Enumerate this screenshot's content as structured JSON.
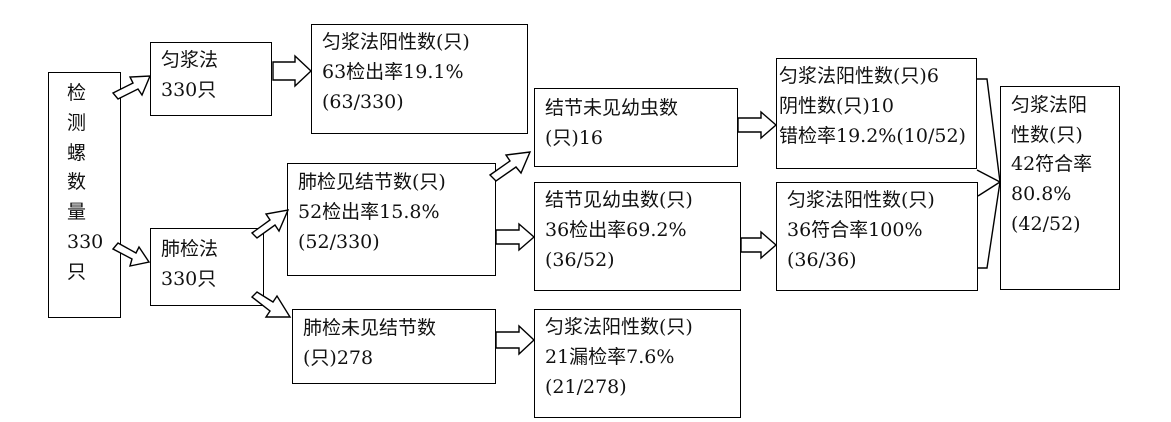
{
  "nodes": {
    "start": {
      "lines": [
        "检",
        "测",
        "螺",
        "数",
        "量",
        "330",
        "只"
      ]
    },
    "homog": {
      "lines": [
        "匀浆法",
        "330只"
      ]
    },
    "homog_pos": {
      "lines": [
        "匀浆法阳性数(只)",
        "63检出率19.1%",
        "(63/330)"
      ]
    },
    "lung": {
      "lines": [
        "肺检法",
        "330只"
      ]
    },
    "nodule": {
      "lines": [
        "肺检见结节数(只)",
        "52检出率15.8%",
        "(52/330)"
      ]
    },
    "no_nodule": {
      "lines": [
        "肺检未见结节数",
        "(只)278"
      ]
    },
    "miss": {
      "lines": [
        "匀浆法阳性数(只)",
        "21漏检率7.6%",
        "(21/278)"
      ]
    },
    "nodule_nolarva": {
      "lines": [
        "结节未见幼虫数",
        "(只)16"
      ]
    },
    "nodule_larva": {
      "lines": [
        "结节见幼虫数(只)",
        "36检出率69.2%",
        "(36/52)"
      ]
    },
    "err": {
      "lines": [
        "匀浆法阳性数(只)6",
        "阴性数(只)10",
        "错检率19.2%(10/52)"
      ]
    },
    "match36": {
      "lines": [
        "匀浆法阳性数(只)",
        "36符合率100%",
        "(36/36)"
      ]
    },
    "final": {
      "lines": [
        "匀浆法阳",
        "性数(只)",
        "42符合率",
        "80.8%",
        "(42/52)"
      ]
    }
  }
}
